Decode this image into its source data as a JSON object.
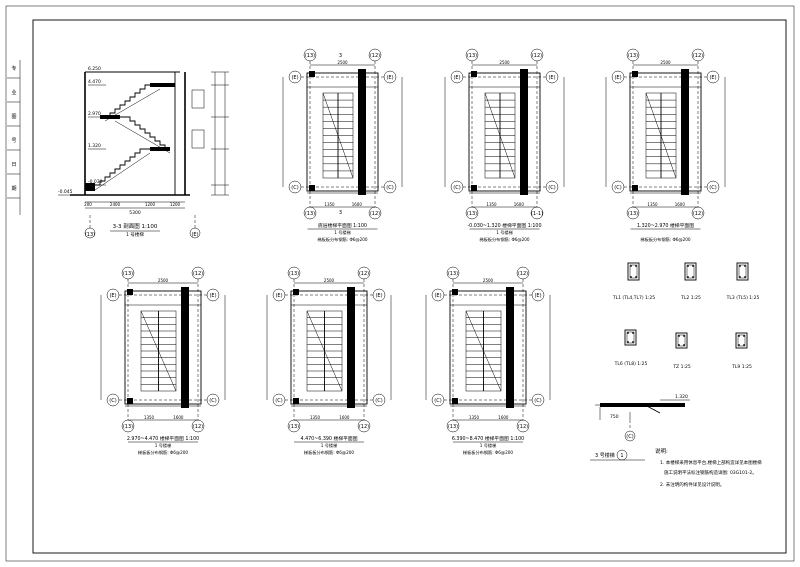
{
  "sheet": {
    "left_margin_labels": [
      "专",
      "业",
      "图",
      "号",
      "日",
      "期"
    ]
  },
  "section": {
    "title": "3-3 剖面图 1:100",
    "subtitle": "1 号楼梯",
    "axis_left": "(13)",
    "axis_right": "(E)",
    "levels": [
      "6.250",
      "4.470",
      "2.970",
      "1.320",
      "-0.030",
      "-0.045"
    ],
    "dims_bottom": [
      "200",
      "2400",
      "1200",
      "1200"
    ],
    "total_dim": "5300"
  },
  "plans_top": [
    {
      "title": "底层楼梯平面图 1:100",
      "subtitle": "1 号楼梯",
      "note": "梯板板分布钢筋: Φ6@200",
      "cut_mark": "3",
      "axes_top": [
        "(13)",
        "(12)"
      ],
      "axes_side": [
        "(E)",
        "(C)"
      ],
      "axes_bottom": [
        "(13)",
        "(12)"
      ],
      "dims_top": [
        "2500"
      ],
      "dims_bottom": [
        "1350",
        "1600"
      ]
    },
    {
      "title": "-0.030~1.320 楼梯平面图 1:100",
      "subtitle": "1 号楼梯",
      "note": "梯板板分布钢筋: Φ6@200",
      "axes_top": [
        "(13)",
        "(12)"
      ],
      "axes_side": [
        "(E)",
        "(C)"
      ],
      "axes_bottom": [
        "(13)",
        "(1-1)"
      ],
      "dims_top": [
        "2500"
      ],
      "dims_bottom": [
        "1350",
        "1600"
      ]
    },
    {
      "title": "1.320~2.970 楼梯平面图",
      "subtitle": "",
      "note": "梯板板分布钢筋: Φ6@200",
      "axes_top": [
        "(13)",
        "(12)"
      ],
      "axes_side": [
        "(E)",
        "(C)"
      ],
      "axes_bottom": [
        "(13)",
        "(12)"
      ],
      "dims_top": [
        "2500"
      ],
      "dims_bottom": [
        "1350",
        "1600"
      ]
    }
  ],
  "plans_bottom": [
    {
      "title": "2.970~4.470 楼梯平面图 1:100",
      "subtitle": "1 号楼梯",
      "note": "梯板板分布钢筋: Φ6@200",
      "axes_top": [
        "(13)",
        "(12)"
      ],
      "axes_side": [
        "(E)",
        "(C)"
      ],
      "axes_bottom": [
        "(13)",
        "(12)"
      ],
      "dims_top": [
        "2500"
      ],
      "dims_bottom": [
        "1350",
        "1600"
      ]
    },
    {
      "title": "4.470~6.390 楼梯平面图",
      "subtitle": "1 号楼梯",
      "note": "梯板板分布钢筋: Φ6@200",
      "axes_top": [
        "(13)",
        "(12)"
      ],
      "axes_side": [
        "(E)",
        "(C)"
      ],
      "axes_bottom": [
        "(13)",
        "(12)"
      ],
      "dims_top": [
        "2500"
      ],
      "dims_bottom": [
        "1350",
        "1600"
      ]
    },
    {
      "title": "6.390~8.470 楼梯平面图 1:100",
      "subtitle": "1 号楼梯",
      "note": "梯板板分布钢筋: Φ6@200",
      "axes_top": [
        "(13)",
        "(12)"
      ],
      "axes_side": [
        "(E)",
        "(C)"
      ],
      "axes_bottom": [
        "(13)",
        "(12)"
      ],
      "dims_top": [
        "2500"
      ],
      "dims_bottom": [
        "1350",
        "1600"
      ]
    }
  ],
  "beam_sections_row1": [
    "TL1 (TL4,TL7) 1:25",
    "TL2 1:25",
    "TL3 (TL5) 1:25"
  ],
  "beam_sections_row2": [
    "TL6 (TL8) 1:25",
    "TZ 1:25",
    "TL9 1:25"
  ],
  "detail": {
    "label": "3 号楼梯",
    "mark": "1",
    "axis": "(C)",
    "level": "1.320",
    "dim": "750"
  },
  "notes": {
    "heading": "说明:",
    "lines": [
      "1. 本楼梯采用休息平台,楼梯上部构造详见本图楼梯",
      "施工说明平法标注钢筋构造详图: 03G101-2。",
      "2. 未注明的构件详见设计说明。"
    ]
  }
}
